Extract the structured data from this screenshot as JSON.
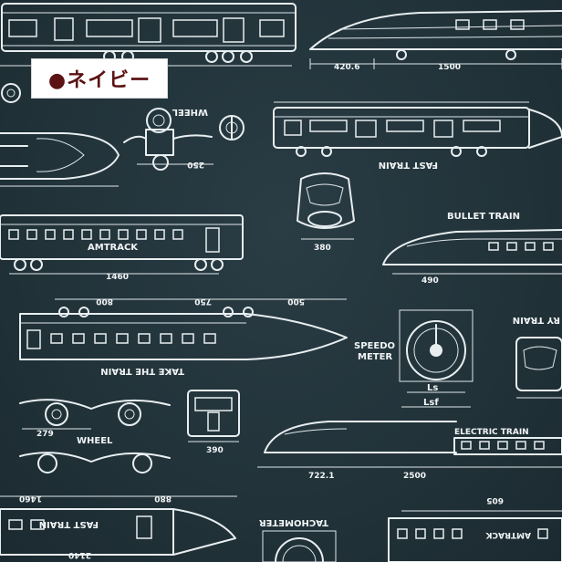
{
  "color_tag": {
    "text": "●ネイビー"
  },
  "labels": {
    "wheel_top": "WHEEL",
    "fast_train_top": "FAST TRAIN",
    "amtrack_mid": "AMTRACK",
    "bullet_train": "BULLET TRAIN",
    "take_the_train": "TAKE THE TRAIN",
    "speedo": "SPEEDO",
    "meter": "METER",
    "wheel_bottom": "WHEEL",
    "electric_train": "ELECTRIC TRAIN",
    "fast_train_bottom": "FAST TRAIN",
    "tachometer": "TACHOMETER",
    "amtrack_bottom": "AMTRACK",
    "ry_train_edge": "RY TRAIN",
    "ls": "Ls",
    "lsf": "Lsf"
  },
  "dimensions": {
    "d420_6": "420.6",
    "d1500": "1500",
    "d250": "250",
    "d380_top": "380",
    "d1460": "1460",
    "d490": "490",
    "d800": "800",
    "d750": "750",
    "d500": "500",
    "d279": "279",
    "d390": "390",
    "d722_1": "722.1",
    "d2500": "2500",
    "d1460_b": "1460",
    "d880": "880",
    "d2140": "2140",
    "d605": "605"
  },
  "colors": {
    "fabric": "#22333a",
    "ink": "#e8eef0",
    "tag_text": "#5b1313",
    "tag_bg": "#ffffff"
  }
}
